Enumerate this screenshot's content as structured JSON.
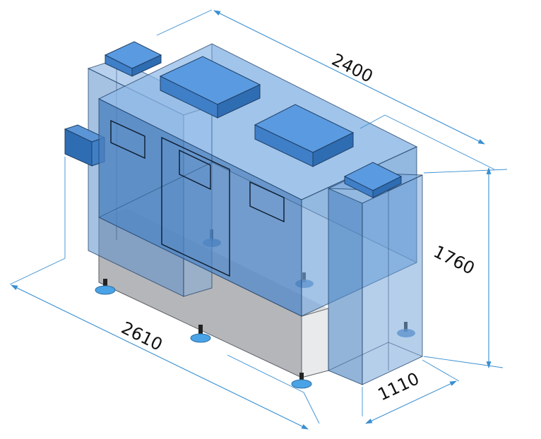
{
  "dimensions": {
    "depth": "2400",
    "height": "1760",
    "length": "2610",
    "module_width": "1110"
  },
  "colors": {
    "enclosure_blue": "#6c9fd8",
    "panel_blue": "#3f7fc8",
    "grey_base": "#b5b6b9",
    "dimension_line": "#3a8fd0"
  }
}
